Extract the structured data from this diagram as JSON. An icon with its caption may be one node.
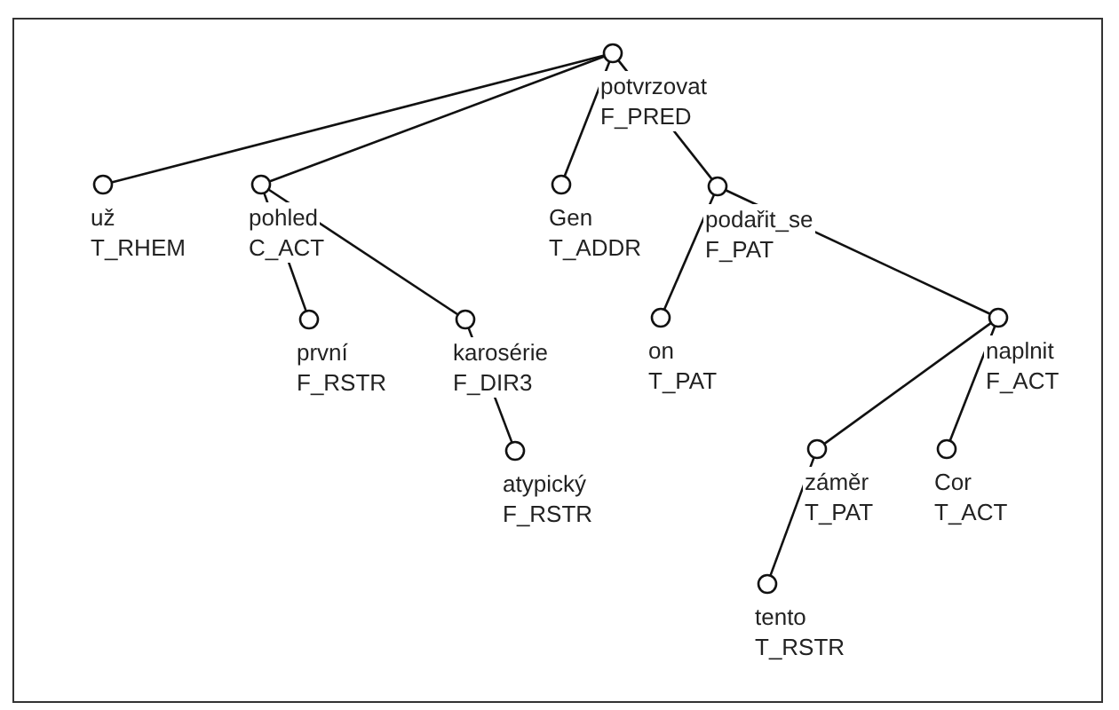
{
  "diagram": {
    "nodes": [
      {
        "text": [
          "potvrzovat",
          "F_PRED"
        ]
      },
      {
        "text": [
          "už",
          "T_RHEM"
        ]
      },
      {
        "text": [
          "pohled",
          "C_ACT"
        ]
      },
      {
        "text": [
          "Gen",
          "T_ADDR"
        ]
      },
      {
        "text": [
          "podařit_se",
          "F_PAT"
        ]
      },
      {
        "text": [
          "první",
          "F_RSTR"
        ]
      },
      {
        "text": [
          "karosérie",
          "F_DIR3"
        ]
      },
      {
        "text": [
          "on",
          "T_PAT"
        ]
      },
      {
        "text": [
          "naplnit",
          "F_ACT"
        ]
      },
      {
        "text": [
          "atypický",
          "F_RSTR"
        ]
      },
      {
        "text": [
          "záměr",
          "T_PAT"
        ]
      },
      {
        "text": [
          "Cor",
          "T_ACT"
        ]
      },
      {
        "text": [
          "tento",
          "T_RSTR"
        ]
      }
    ],
    "edges": [
      {
        "from": 0,
        "to": 1,
        "arrow": "none"
      },
      {
        "from": 0,
        "to": 2,
        "arrow": "none"
      },
      {
        "from": 0,
        "to": 3,
        "arrow": "none"
      },
      {
        "from": 0,
        "to": 4,
        "arrow": "none"
      },
      {
        "from": 2,
        "to": 5,
        "arrow": "none"
      },
      {
        "from": 2,
        "to": 6,
        "arrow": "none"
      },
      {
        "from": 6,
        "to": 9,
        "arrow": "none"
      },
      {
        "from": 4,
        "to": 7,
        "arrow": "none"
      },
      {
        "from": 4,
        "to": 8,
        "arrow": "none"
      },
      {
        "from": 8,
        "to": 10,
        "arrow": "none"
      },
      {
        "from": 8,
        "to": 11,
        "arrow": "none"
      },
      {
        "from": 10,
        "to": 12,
        "arrow": "none"
      }
    ]
  }
}
